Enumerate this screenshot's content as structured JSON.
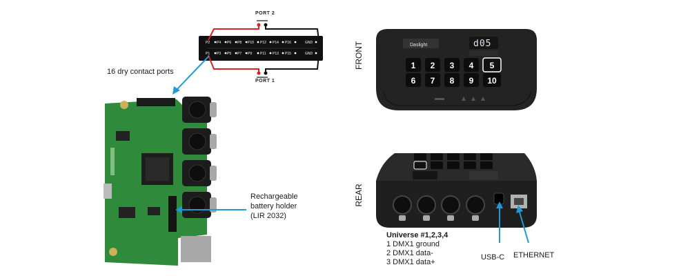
{
  "wiring": {
    "port_top": "PORT 2",
    "port_bottom": "PORT 1",
    "top_row_pins": [
      "P2",
      "P4",
      "P6",
      "P8",
      "P10",
      "P12",
      "P14",
      "P16",
      "GND"
    ],
    "bottom_row_pins": [
      "P1",
      "P3",
      "P5",
      "P7",
      "P9",
      "P11",
      "P13",
      "P15",
      "GND"
    ]
  },
  "annotations": {
    "dry_contacts": "16 dry contact ports",
    "battery_line1": "Rechargeable",
    "battery_line2": "battery holder",
    "battery_line3": "(LIR 2032)"
  },
  "front": {
    "label": "FRONT",
    "brand": "Daslight",
    "display": "d05",
    "keys": [
      "1",
      "2",
      "3",
      "4",
      "5",
      "6",
      "7",
      "8",
      "9",
      "10"
    ]
  },
  "rear": {
    "label": "REAR",
    "universe_title": "Universe #1,2,3,4",
    "pin_lines": [
      "1 DMX1 ground",
      "2 DMX1 data-",
      "3 DMX1 data+"
    ],
    "usb_label": "USB-C",
    "ethernet_label": "ETHERNET"
  },
  "colors": {
    "accent_arrow": "#1e9ad6",
    "wire_red": "#e02020",
    "wire_black": "#111111",
    "pcb_green": "#2f8a3c",
    "device_body": "#222222"
  }
}
